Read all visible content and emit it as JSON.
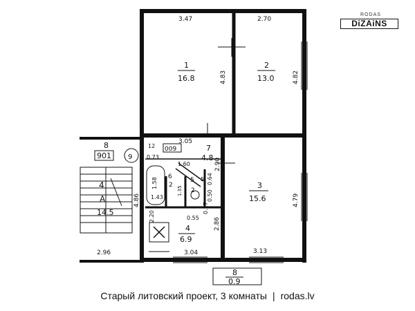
{
  "logo": {
    "top": "RODAS",
    "main": "DiZAiNS"
  },
  "caption": {
    "title": "Старый литовский проект, 3 комнаты",
    "separator": "|",
    "site": "rodas.lv"
  },
  "rooms": [
    {
      "id": "room-1",
      "number": "1",
      "area": "16.8"
    },
    {
      "id": "room-2",
      "number": "2",
      "area": "13.0"
    },
    {
      "id": "room-3",
      "number": "3",
      "area": "15.6"
    },
    {
      "id": "room-4",
      "number": "4",
      "area": "6.9"
    },
    {
      "id": "room-5",
      "number": "5",
      "area": "2"
    },
    {
      "id": "room-6",
      "number": "6",
      "area": "2"
    },
    {
      "id": "room-7",
      "number": "7",
      "area": "4.8"
    },
    {
      "id": "room-8",
      "number": "8",
      "area": "0.9"
    }
  ],
  "dims": {
    "d347": "3.47",
    "d270": "2.70",
    "d483": "4.83",
    "d482": "4.82",
    "d305": "3.05",
    "d290": "2.90",
    "d479": "4.79",
    "d313": "3.13",
    "d304": "3.04",
    "d296": "2.96",
    "d486": "4.86",
    "d286": "2.86",
    "d220": "2.20",
    "d158": "1.58",
    "d160": "1.60",
    "d143": "1.43",
    "d073": "0.73",
    "d055": "0.55",
    "d027": "0.27",
    "d064": "0.64",
    "d135": "1.35",
    "d050": "0.50",
    "d12": "12"
  },
  "stair": {
    "number": "4",
    "area": "14.5",
    "label": "A",
    "unit": "901",
    "floor_mark": "8",
    "circle_mark": "9"
  },
  "small_marks": {
    "box_009": "009",
    "marker_5": "5"
  }
}
